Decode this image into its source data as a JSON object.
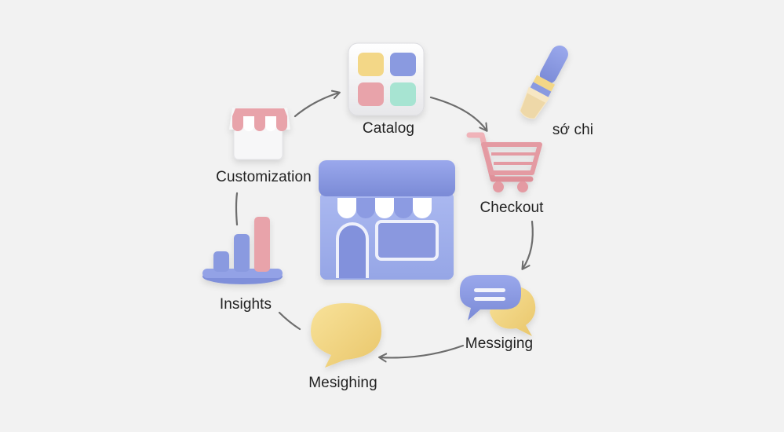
{
  "diagram": {
    "labels": {
      "catalog": "Catalog",
      "soChi": "sớ chi",
      "checkout": "Checkout",
      "customization": "Customization",
      "insights": "Insights",
      "messiging": "Messiging",
      "mesighing": "Mesighing"
    }
  },
  "colors": {
    "background": "#f2f2f2",
    "store_blue": "#8a9ae0",
    "pink": "#e8a3aa",
    "yellow": "#f3d787",
    "mint": "#a7e4d2",
    "arrow": "#6d6d6d"
  },
  "icons": [
    "storefront-icon",
    "catalog-grid-icon",
    "paintbrush-icon",
    "shopping-cart-icon",
    "awning-shop-icon",
    "bar-chart-icon",
    "chat-bubbles-icon",
    "speech-bubble-icon"
  ]
}
